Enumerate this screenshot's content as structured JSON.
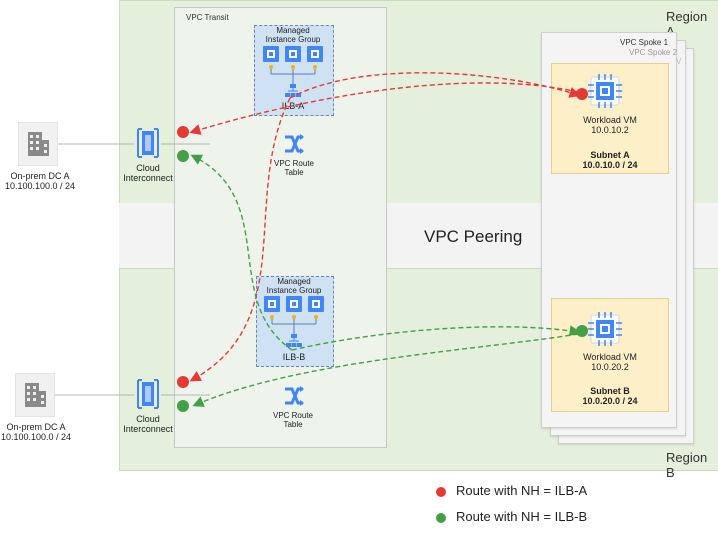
{
  "regions": {
    "a_label": "Region A",
    "b_label": "Region B"
  },
  "peering_label": "VPC Peering",
  "vpc_transit": {
    "title": "VPC Transit",
    "mig_a_label": "Managed Instance Group",
    "mig_b_label": "Managed Instance Group",
    "ilb_a": "ILB-A",
    "ilb_b": "ILB-B",
    "route_table_label": "VPC Route Table"
  },
  "onprem": {
    "top_name": "On-prem DC A",
    "top_cidr": "10.100.100.0 / 24",
    "bottom_name": "On-prem DC A",
    "bottom_cidr": "10.100.100.0 / 24"
  },
  "interconnect_label": "Cloud Interconnect",
  "spokes": {
    "spoke1": "VPC Spoke 1",
    "spoke2": "VPC Spoke 2",
    "spoke3": "VPC Spoke 3"
  },
  "subnet_a": {
    "vm_label": "Workload VM",
    "vm_ip": "10.0.10.2",
    "name": "Subnet A",
    "cidr": "10.0.10.0 / 24"
  },
  "subnet_b": {
    "vm_label": "Workload VM",
    "vm_ip": "10.0.20.2",
    "name": "Subnet B",
    "cidr": "10.0.20.0 / 24"
  },
  "legend": {
    "red_label": "Route with NH = ILB-A",
    "green_label": "Route with NH = ILB-B",
    "red_color": "#e53935",
    "green_color": "#43a047"
  },
  "colors": {
    "region_fill": "#e4f0db",
    "subnet_fill": "#fdf0c8",
    "mig_fill": "#cfe2f3",
    "icon_blue": "#4285f4"
  }
}
